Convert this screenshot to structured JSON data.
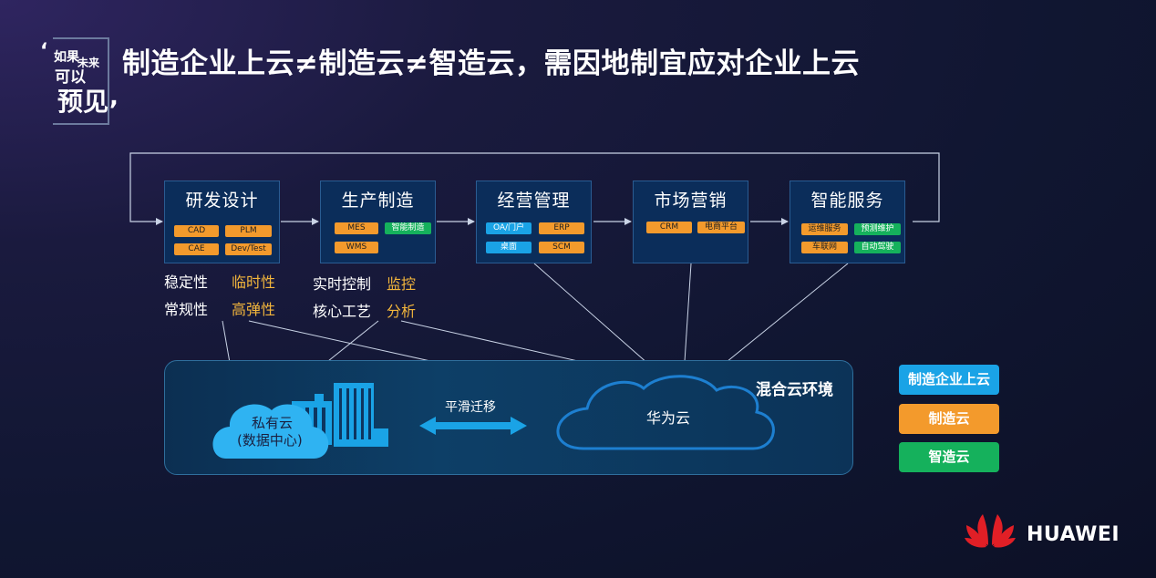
{
  "title": "制造企业上云≠制造云≠智造云，需因地制宜应对企业上云",
  "logo": {
    "line1a": "如果",
    "line1b": "未来",
    "line2": "可以",
    "line3": "预见"
  },
  "stages": [
    {
      "title": "研发设计",
      "tags": [
        "CAD",
        "PLM",
        "CAE",
        "Dev/Test"
      ]
    },
    {
      "title": "生产制造",
      "tags": [
        "MES",
        "智能制造",
        "WMS"
      ]
    },
    {
      "title": "经营管理",
      "tags": [
        "OA/门户",
        "ERP",
        "桌面",
        "SCM"
      ]
    },
    {
      "title": "市场营销",
      "tags": [
        "CRM",
        "电商平台"
      ]
    },
    {
      "title": "智能服务",
      "tags": [
        "运维服务",
        "预测维护",
        "车联网",
        "自动驾驶"
      ]
    }
  ],
  "properties": {
    "group1": [
      "稳定性",
      "常规性",
      "临时性",
      "高弹性"
    ],
    "group2": [
      "实时控制",
      "核心工艺",
      "监控",
      "分析"
    ]
  },
  "hybrid": {
    "label": "混合云环境",
    "migrate": "平滑迁移",
    "private_l1": "私有云",
    "private_l2": "(数据中心)",
    "huawei_cloud": "华为云"
  },
  "legend": [
    "制造企业上云",
    "制造云",
    "智造云"
  ],
  "colors": {
    "orange": "#f39a2c",
    "blue": "#1aa3e6",
    "green": "#15b15c",
    "gold": "#f2b53c",
    "brand_red": "#e11f26"
  },
  "brand": "HUAWEI"
}
